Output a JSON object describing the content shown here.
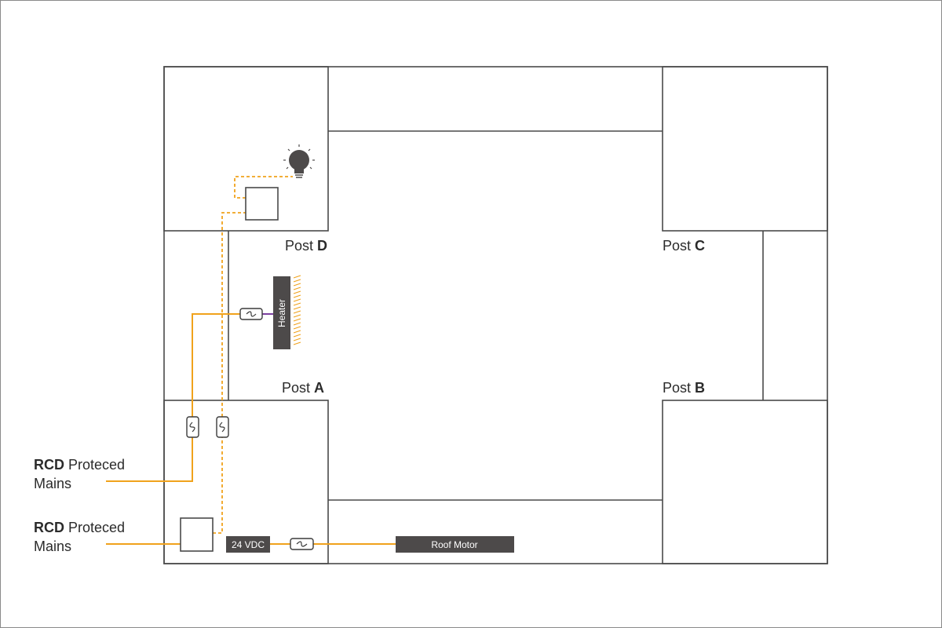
{
  "colors": {
    "frame": "#4a4a4a",
    "wire": "#f0a21c",
    "component_fill": "#4d4a4a",
    "heater_link": "#7b3fa0"
  },
  "posts": {
    "a": {
      "prefix": "Post ",
      "letter": "A"
    },
    "b": {
      "prefix": "Post ",
      "letter": "B"
    },
    "c": {
      "prefix": "Post ",
      "letter": "C"
    },
    "d": {
      "prefix": "Post ",
      "letter": "D"
    }
  },
  "mains": [
    {
      "prefix": "RCD",
      "line1": " Proteced",
      "line2": "Mains"
    },
    {
      "prefix": "RCD",
      "line1": " Proteced",
      "line2": "Mains"
    }
  ],
  "components": {
    "heater": "Heater",
    "power_supply": "24 VDC",
    "roof_motor": "Roof Motor"
  },
  "icons": {
    "light": "light-bulb-icon",
    "fuse": "fuse-icon"
  }
}
